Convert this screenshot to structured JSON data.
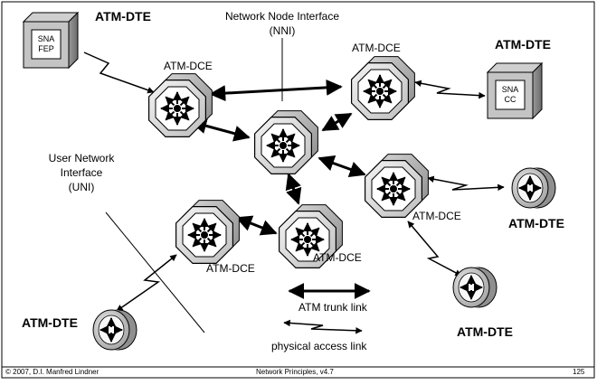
{
  "labels": {
    "nni_line1": "Network Node Interface",
    "nni_line2": "(NNI)",
    "uni_line1": "User Network",
    "uni_line2": "Interface",
    "uni_line3": "(UNI)",
    "dte": "ATM-DTE",
    "dce": "ATM-DCE",
    "sna_fep": [
      "SNA",
      "FEP"
    ],
    "sna_cc": [
      "SNA",
      "CC"
    ]
  },
  "legend": {
    "trunk": "ATM  trunk link",
    "access": "physical access link"
  },
  "footer": {
    "left": "© 2007, D.I. Manfred Lindner",
    "center": "Network Principles, v4.7",
    "page": "125"
  }
}
